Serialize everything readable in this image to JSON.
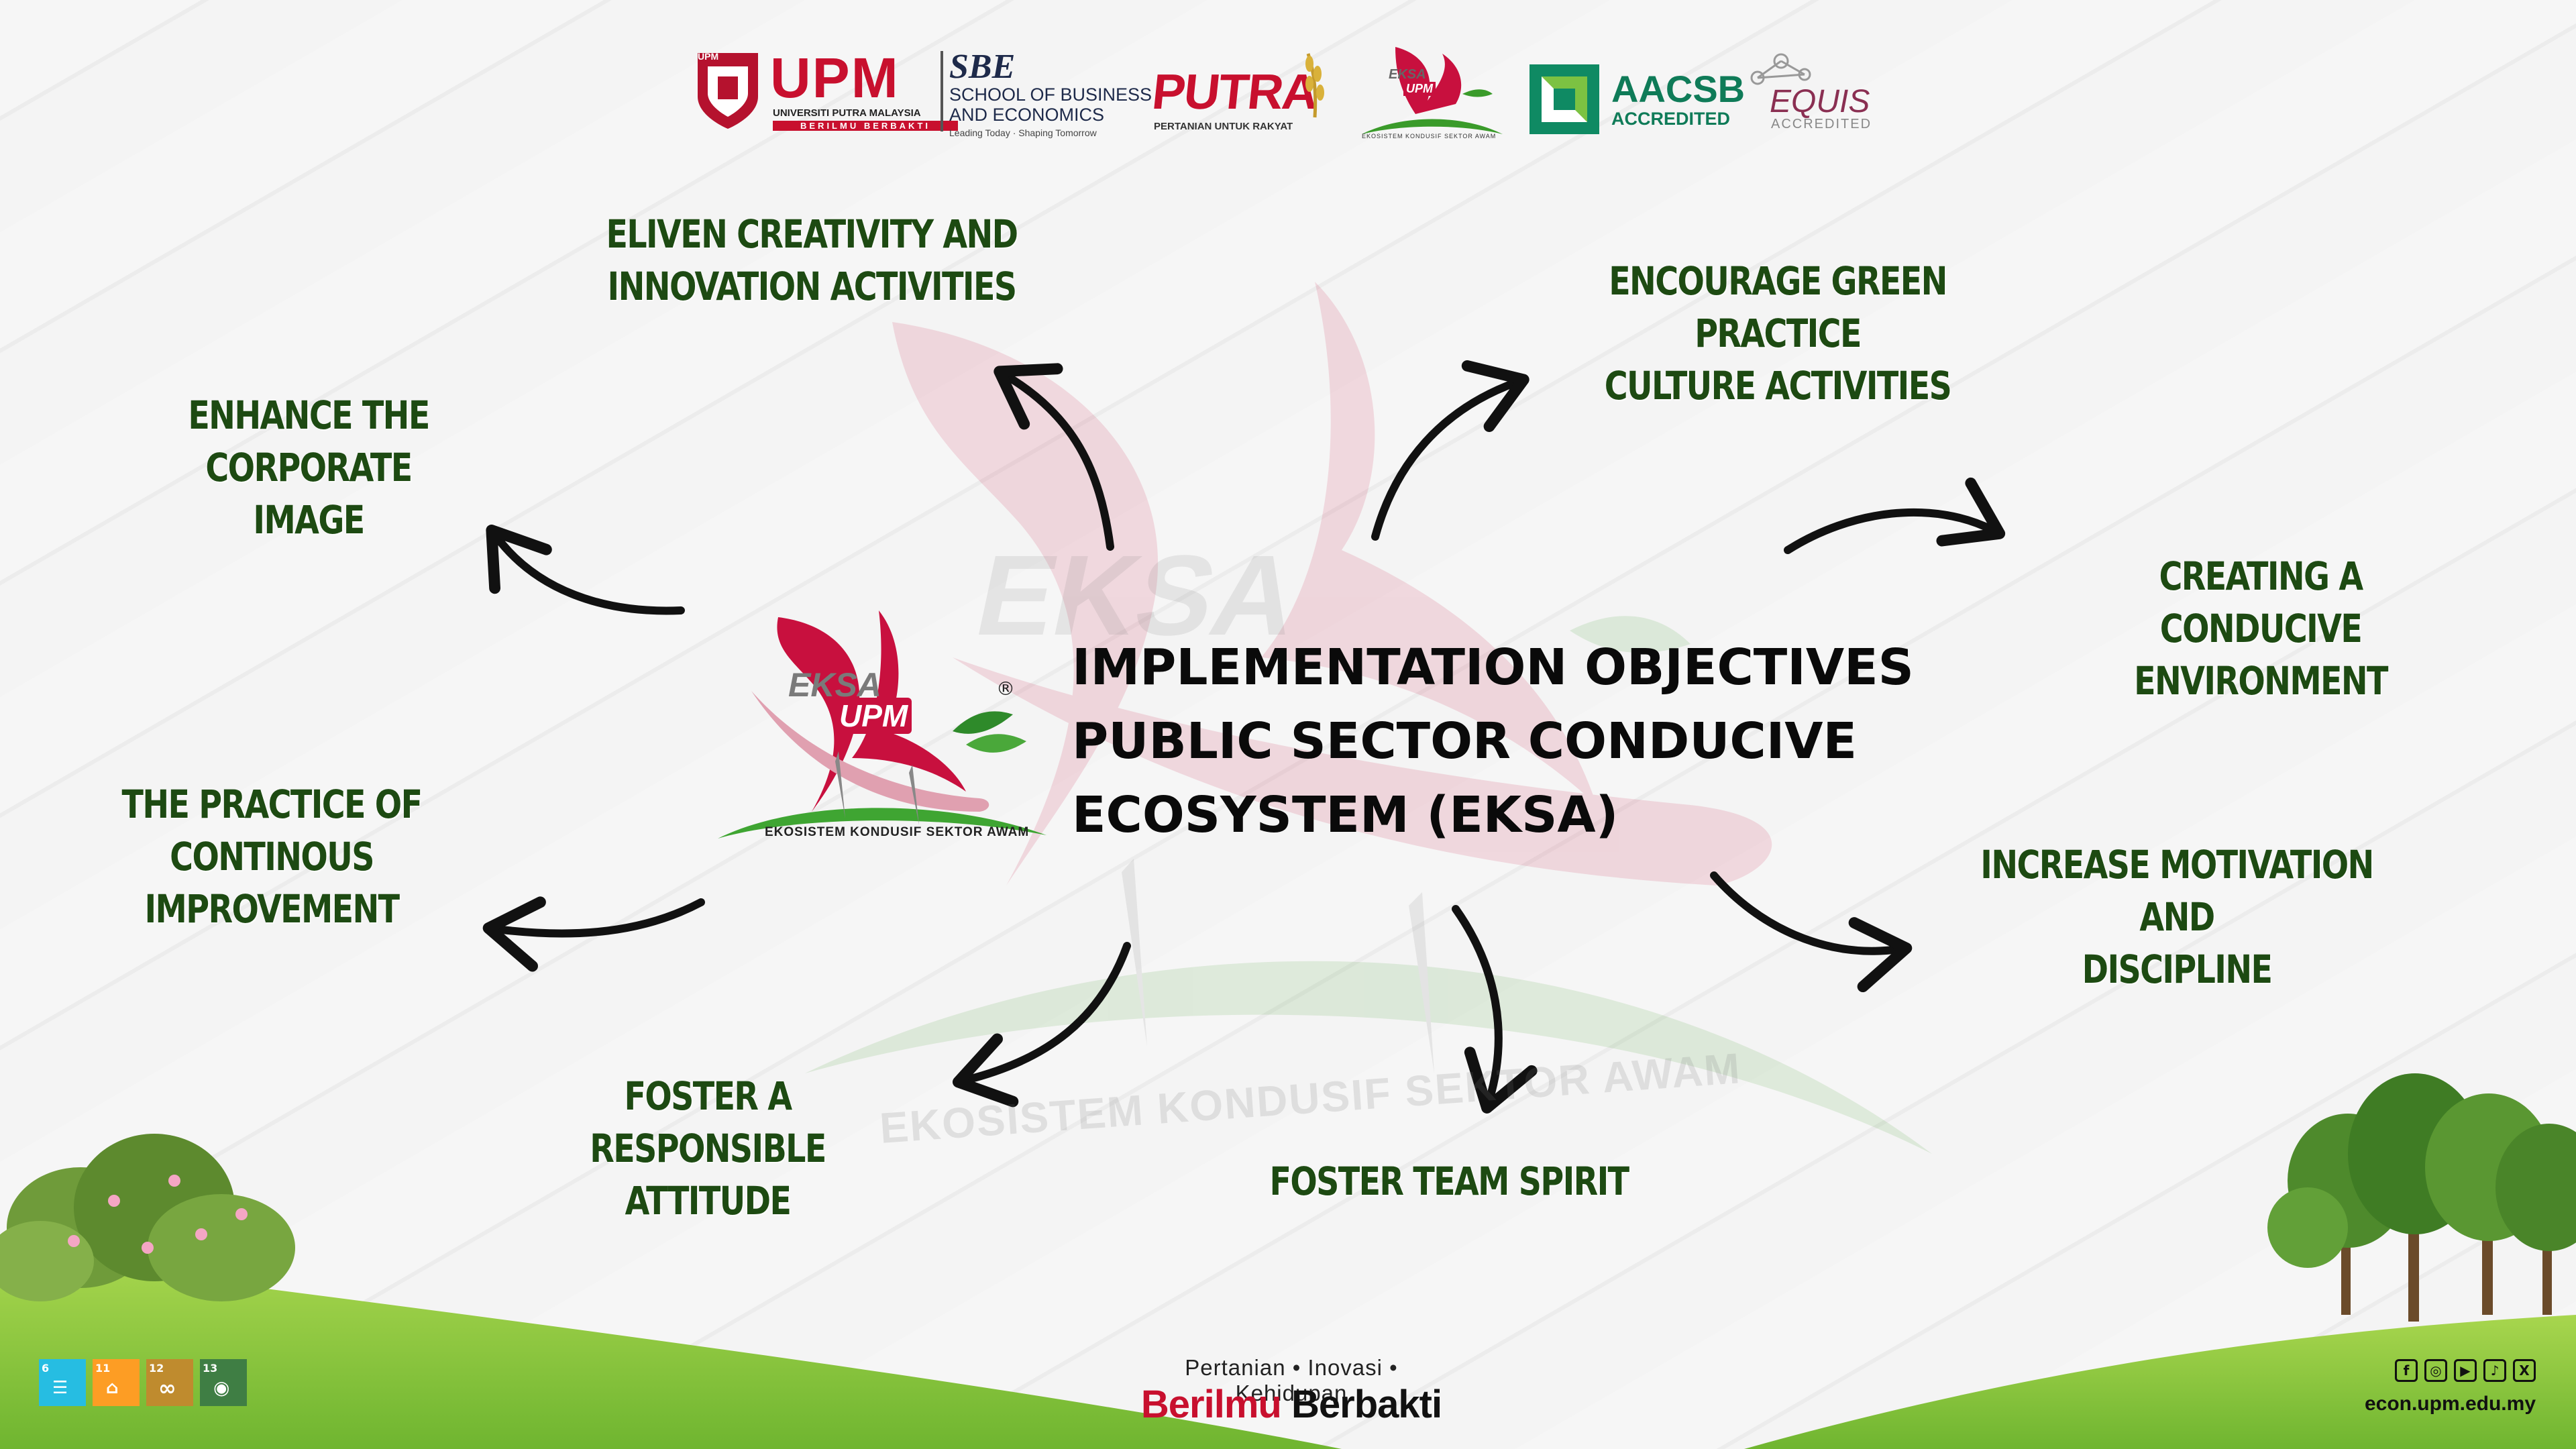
{
  "header_logos": {
    "upm_mark": "UPM",
    "upm_name": "UPM",
    "upm_sub1": "UNIVERSITI PUTRA MALAYSIA",
    "upm_sub2": "BERILMU BERBAKTI",
    "sbe_mark": "SBE",
    "sbe_line1": "SCHOOL OF BUSINESS",
    "sbe_line2": "AND ECONOMICS",
    "sbe_tagline": "Leading Today · Shaping Tomorrow",
    "putra": "PUTRA",
    "putra_sub": "PERTANIAN UNTUK RAKYAT",
    "eksa_small_1": "EKSA",
    "eksa_small_2": "UPM",
    "eksa_small_sub": "EKOSISTEM KONDUSIF SEKTOR AWAM",
    "aacsb": "AACSB",
    "aacsb_sub": "ACCREDITED",
    "equis": "EQUIS",
    "equis_sub": "ACCREDITED"
  },
  "center": {
    "logo_line1": "EKSA",
    "logo_line2": "UPM",
    "logo_registered": "®",
    "logo_caption": "EKOSISTEM KONDUSIF SEKTOR AWAM",
    "title_line1": "IMPLEMENTATION OBJECTIVES",
    "title_line2": "PUBLIC SECTOR CONDUCIVE",
    "title_line3": "ECOSYSTEM (EKSA)"
  },
  "watermark": {
    "eksa": "EKSA",
    "caption": "EKOSISTEM KONDUSIF SEKTOR AWAM"
  },
  "objectives": [
    {
      "line1": "ELIVEN CREATIVITY AND",
      "line2": "INNOVATION ACTIVITIES"
    },
    {
      "line1": "ENCOURAGE GREEN PRACTICE",
      "line2": "CULTURE ACTIVITIES"
    },
    {
      "line1": "ENHANCE THE CORPORATE",
      "line2": "IMAGE"
    },
    {
      "line1": "CREATING A CONDUCIVE",
      "line2": "ENVIRONMENT"
    },
    {
      "line1": "THE PRACTICE OF CONTINOUS",
      "line2": "IMPROVEMENT"
    },
    {
      "line1": "INCREASE MOTIVATION AND",
      "line2": "DISCIPLINE"
    },
    {
      "line1": "FOSTER A RESPONSIBLE",
      "line2": "ATTITUDE"
    },
    {
      "line1": "FOSTER TEAM SPIRIT",
      "line2": ""
    }
  ],
  "footer": {
    "tagline": "Pertanian • Inovasi • Kehidupan",
    "brand_red": "Berilmu",
    "brand_dark": "Berbakti",
    "website": "econ.upm.edu.my",
    "social_icons": [
      "facebook-icon",
      "instagram-icon",
      "youtube-icon",
      "tiktok-icon",
      "x-icon"
    ],
    "social_glyphs": [
      "f",
      "◎",
      "▶",
      "♪",
      "X"
    ],
    "sdg_numbers": [
      "6",
      "11",
      "12",
      "13"
    ],
    "sdg_glyphs": [
      "☰",
      "⌂",
      "∞",
      "◉"
    ],
    "sdg_colors": [
      "#26bde2",
      "#fd9d24",
      "#bf8b2e",
      "#3f7e44"
    ]
  },
  "colors": {
    "objective_text": "#1d4a12",
    "title_text": "#0a0a0a",
    "eksa_red": "#c8103e",
    "leaf_green": "#3a9b2a",
    "grass": "#8bc83f"
  }
}
